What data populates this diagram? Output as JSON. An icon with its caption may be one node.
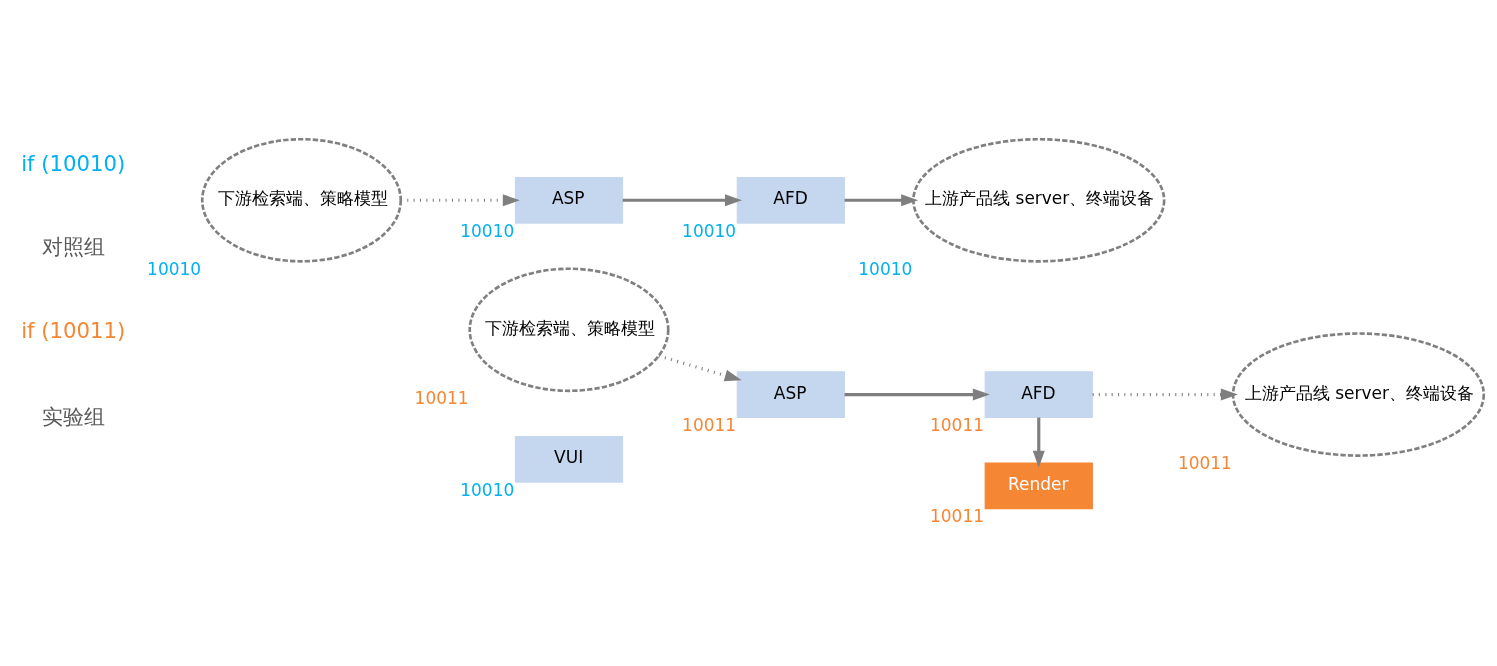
{
  "diagram": {
    "nodes": [
      {
        "text": [
          "下游检索端、策略模型"
        ],
        "beside": [
          "10010"
        ]
      },
      {
        "text": [
          "ASP"
        ],
        "beside": [
          "10010"
        ]
      },
      {
        "text": [
          "AFD"
        ],
        "beside": [
          "10010"
        ]
      },
      {
        "text": [
          "上游产品线 server、终端设备"
        ],
        "beside": [
          "10010"
        ]
      },
      {
        "text": [
          "VUI"
        ],
        "beside": [
          "10010"
        ]
      },
      {
        "text": [
          "下游检索端、策略模型"
        ],
        "beside": [
          "10011"
        ]
      },
      {
        "text": [
          "ASP"
        ],
        "beside": [
          "10011"
        ]
      },
      {
        "text": [
          "AFD"
        ],
        "beside": [
          "10011"
        ]
      },
      {
        "text": [
          "上游产品线 server、终端设备"
        ],
        "beside": [
          "10011"
        ]
      },
      {
        "text": [
          "Render"
        ],
        "beside": [
          "10011"
        ]
      }
    ],
    "edges": [
      {
        "from": 0,
        "to": 1,
        "arrow": "to",
        "style": "dashed"
      },
      {
        "from": 1,
        "to": 2,
        "arrow": "to"
      },
      {
        "from": 2,
        "to": 3,
        "arrow": "to"
      },
      {
        "from": 5,
        "to": 6,
        "arrow": "to",
        "style": "dashed"
      },
      {
        "from": 6,
        "to": 7,
        "arrow": "to"
      },
      {
        "from": 7,
        "to": 8,
        "arrow": "to",
        "style": "dashed"
      },
      {
        "from": 7,
        "to": 9,
        "arrow": "to"
      }
    ],
    "labels": [
      "if (10010)",
      "对照组",
      "if (10011)",
      "实验组"
    ]
  }
}
